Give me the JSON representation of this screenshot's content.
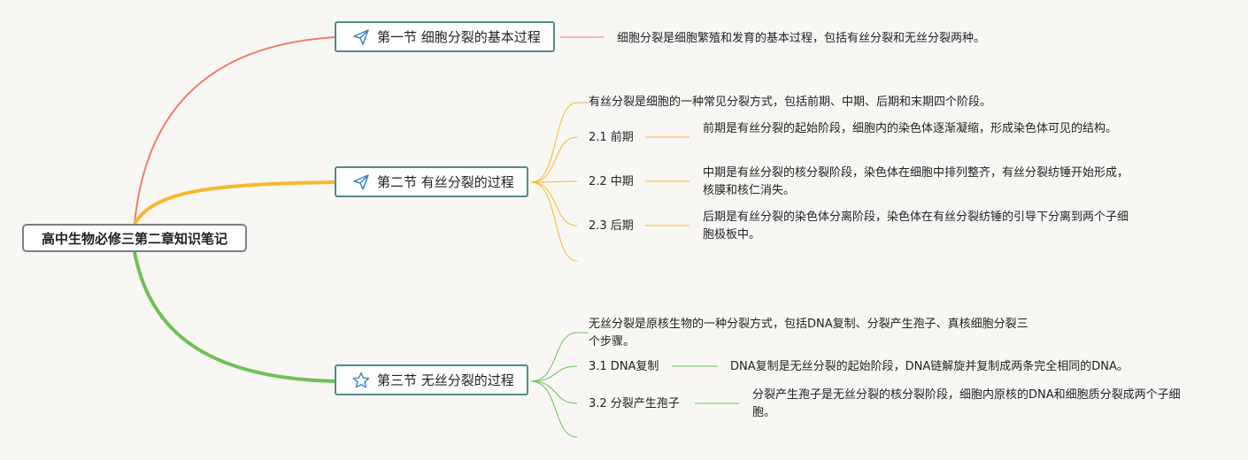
{
  "root": {
    "title": "高中生物必修三第二章知识笔记"
  },
  "sections": [
    {
      "title": "第一节 细胞分裂的基本过程",
      "icon": "paper-plane-icon",
      "color": "#f07c6c",
      "summary": "细胞分裂是细胞繁殖和发育的基本过程，包括有丝分裂和无丝分裂两种。"
    },
    {
      "title": "第二节 有丝分裂的过程",
      "icon": "paper-plane-icon",
      "color": "#f8b82c",
      "summary": "有丝分裂是细胞的一种常见分裂方式，包括前期、中期、后期和末期四个阶段。",
      "items": [
        {
          "label": "2.1 前期",
          "desc": "前期是有丝分裂的起始阶段，细胞内的染色体逐渐凝缩，形成染色体可见的结构。"
        },
        {
          "label": "2.2 中期",
          "desc": "中期是有丝分裂的核分裂阶段，染色体在细胞中排列整齐，有丝分裂纺锤开始形成，核膜和核仁消失。"
        },
        {
          "label": "2.3 后期",
          "desc": "后期是有丝分裂的染色体分离阶段，染色体在有丝分裂纺锤的引导下分离到两个子细胞极板中。"
        }
      ]
    },
    {
      "title": "第三节 无丝分裂的过程",
      "icon": "star-icon",
      "color": "#6cc256",
      "summary": "无丝分裂是原核生物的一种分裂方式，包括DNA复制、分裂产生孢子、真核细胞分裂三个步骤。",
      "items": [
        {
          "label": "3.1 DNA复制",
          "desc": "DNA复制是无丝分裂的起始阶段，DNA链解旋并复制成两条完全相同的DNA。"
        },
        {
          "label": "3.2 分裂产生孢子",
          "desc": "分裂产生孢子是无丝分裂的核分裂阶段，细胞内原核的DNA和细胞质分裂成两个子细胞。"
        }
      ]
    }
  ]
}
